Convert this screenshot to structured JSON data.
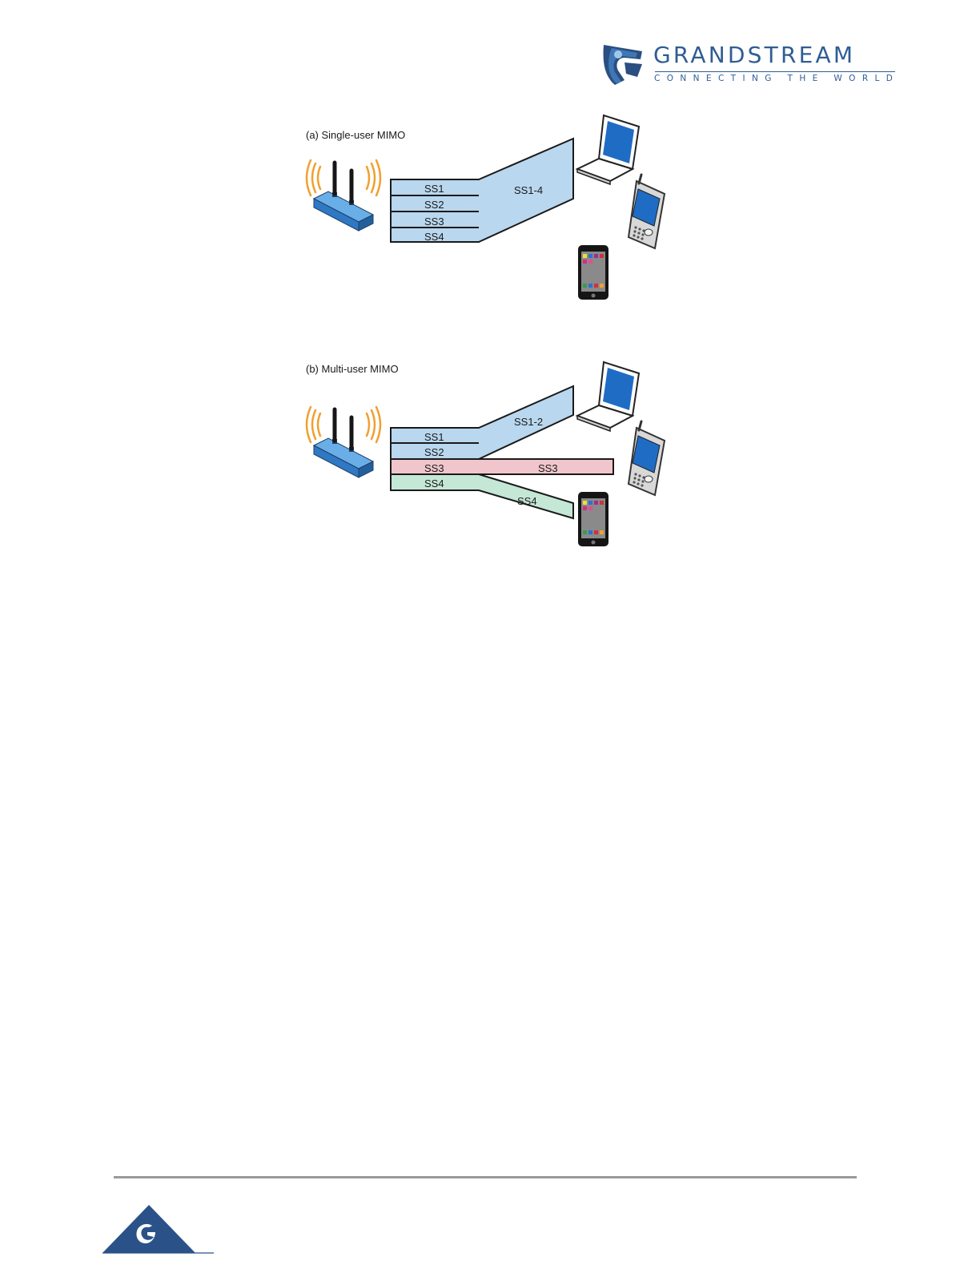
{
  "header": {
    "brand_name": "GRANDSTREAM",
    "tagline": "CONNECTING THE WORLD",
    "brand_color": "#2f5d93"
  },
  "figure": {
    "panel_a": {
      "title": "(a) Single-user MIMO",
      "streams": [
        "SS1",
        "SS2",
        "SS3",
        "SS4"
      ],
      "combined_label": "SS1-4"
    },
    "panel_b": {
      "title": "(b) Multi-user MIMO",
      "streams": [
        "SS1",
        "SS2",
        "SS3",
        "SS4"
      ],
      "laptop_label": "SS1-2",
      "pda_label": "SS3",
      "phone_label": "SS4"
    },
    "colors": {
      "blue_stream": "#b9d7ee",
      "pink_stream": "#f0c6cc",
      "green_stream": "#c4e7d6",
      "router": "#2f78c4",
      "signal": "#f0a030"
    },
    "icons": [
      "router-icon",
      "laptop-icon",
      "pda-icon",
      "smartphone-icon"
    ]
  },
  "footer": {
    "icon": "grandstream-triangle-icon"
  }
}
